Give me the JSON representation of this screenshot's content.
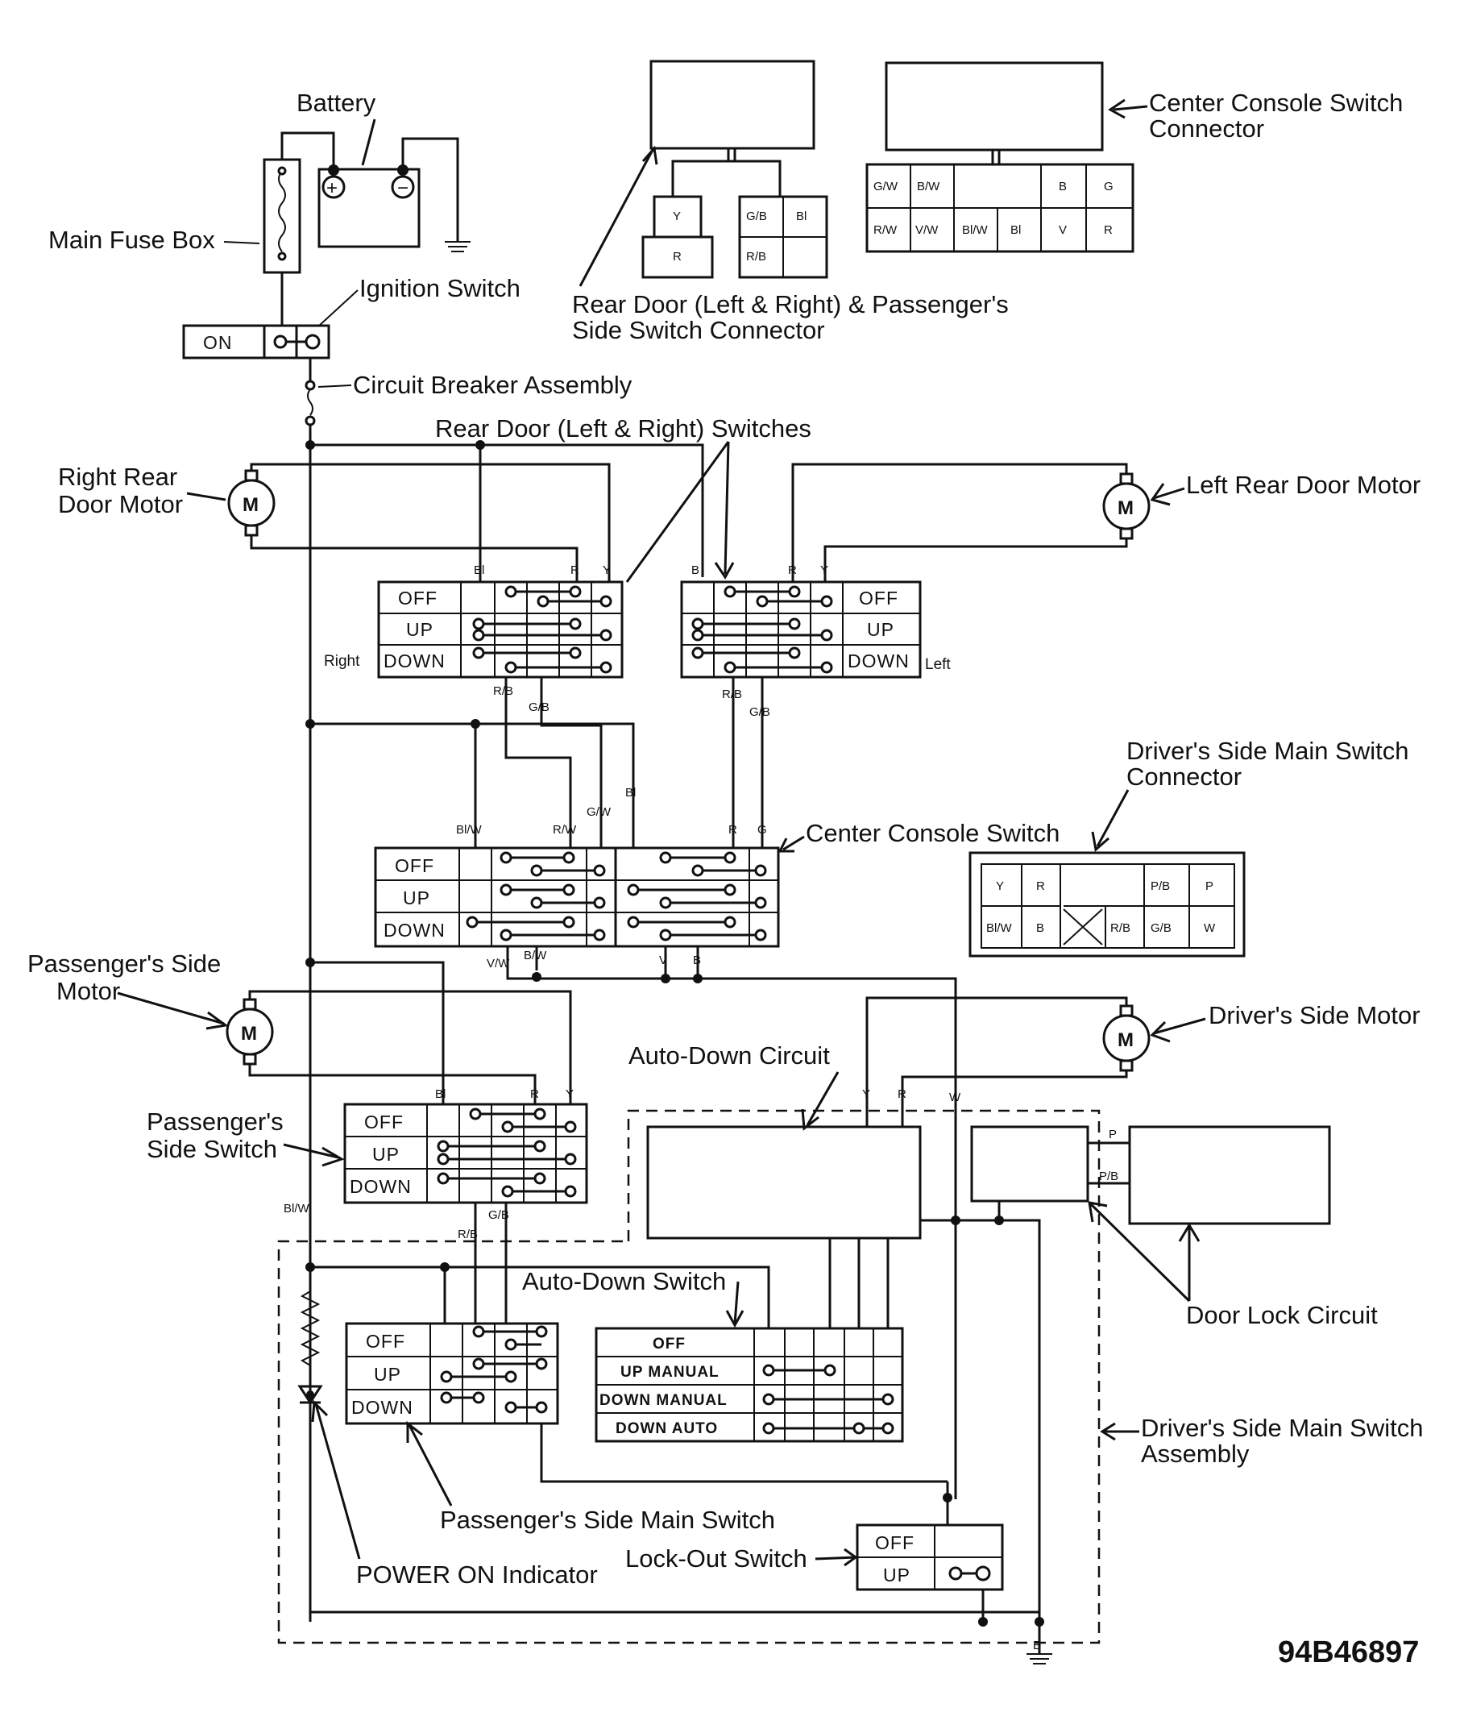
{
  "labels": {
    "battery": "Battery",
    "main_fuse_box": "Main Fuse Box",
    "ignition_switch": "Ignition Switch",
    "circuit_breaker": "Circuit Breaker Assembly",
    "rear_conn_1": "Rear Door (Left & Right) & Passenger's",
    "rear_conn_2": "Side Switch Connector",
    "center_conn_1": "Center Console Switch",
    "center_conn_2": "Connector",
    "rear_switches": "Rear Door (Left & Right) Switches",
    "right_rear_motor_1": "Right Rear",
    "right_rear_motor_2": "Door Motor",
    "left_rear_motor": "Left Rear Door Motor",
    "right": "Right",
    "left": "Left",
    "driver_conn_1": "Driver's Side Main Switch",
    "driver_conn_2": "Connector",
    "center_switch": "Center Console Switch",
    "pass_motor_1": "Passenger's Side",
    "pass_motor_2": "Motor",
    "driver_motor": "Driver's Side Motor",
    "auto_down_circuit": "Auto-Down Circuit",
    "pass_switch_1": "Passenger's",
    "pass_switch_2": "Side Switch",
    "auto_down_switch": "Auto-Down Switch",
    "door_lock": "Door Lock Circuit",
    "driver_assy_1": "Driver's Side Main Switch",
    "driver_assy_2": "Assembly",
    "pass_main_switch": "Passenger's Side Main Switch",
    "lockout": "Lock-Out Switch",
    "power_on": "POWER ON Indicator",
    "figure_id": "94B46897"
  },
  "ignition": {
    "on": "ON"
  },
  "switch_rows": [
    "OFF",
    "UP",
    "DOWN"
  ],
  "auto_rows": [
    "OFF",
    "UP MANUAL",
    "DOWN MANUAL",
    "DOWN AUTO"
  ],
  "lockout_rows": [
    "OFF",
    "UP"
  ],
  "motor_symbol": "M",
  "rear_connector": {
    "left_top": "Y",
    "left_bottom": "R",
    "right": [
      "G/B",
      "Bl",
      "R/B",
      ""
    ]
  },
  "center_connector": {
    "top": [
      "G/W",
      "B/W",
      "",
      "",
      "B",
      "G"
    ],
    "bottom": [
      "R/W",
      "V/W",
      "Bl/W",
      "Bl",
      "V",
      "R"
    ]
  },
  "driver_connector": {
    "top": [
      "Y",
      "R",
      "",
      "",
      "P/B",
      "P"
    ],
    "bottom": [
      "Bl/W",
      "B",
      "",
      "R/B",
      "G/B",
      "W"
    ]
  },
  "wire_labels": {
    "rr_bl": "Bl",
    "rr_r": "R",
    "rr_y": "Y",
    "lr_b": "B",
    "lr_r": "R",
    "lr_y": "Y",
    "rsw_rb": "R/B",
    "rsw_gb": "G/B",
    "lsw_rb": "R/B",
    "lsw_gb": "G/B",
    "cc_blw": "Bl/W",
    "cc_rw": "R/W",
    "cc_gw": "G/W",
    "cc_bl": "Bl",
    "cc_r": "R",
    "cc_g": "G",
    "cc_vw": "V/W",
    "cc_bw": "B/W",
    "cc_v": "V",
    "cc_b": "B",
    "pm_bl": "Bl",
    "pm_r": "R",
    "pm_y": "Y",
    "dm_y": "Y",
    "dm_r": "R",
    "dm_w": "W",
    "ps_blw": "Bl/W",
    "ps_rb": "R/B",
    "ps_gb": "G/B",
    "dl_p": "P",
    "dl_pb": "P/B",
    "gnd_b": "B"
  }
}
